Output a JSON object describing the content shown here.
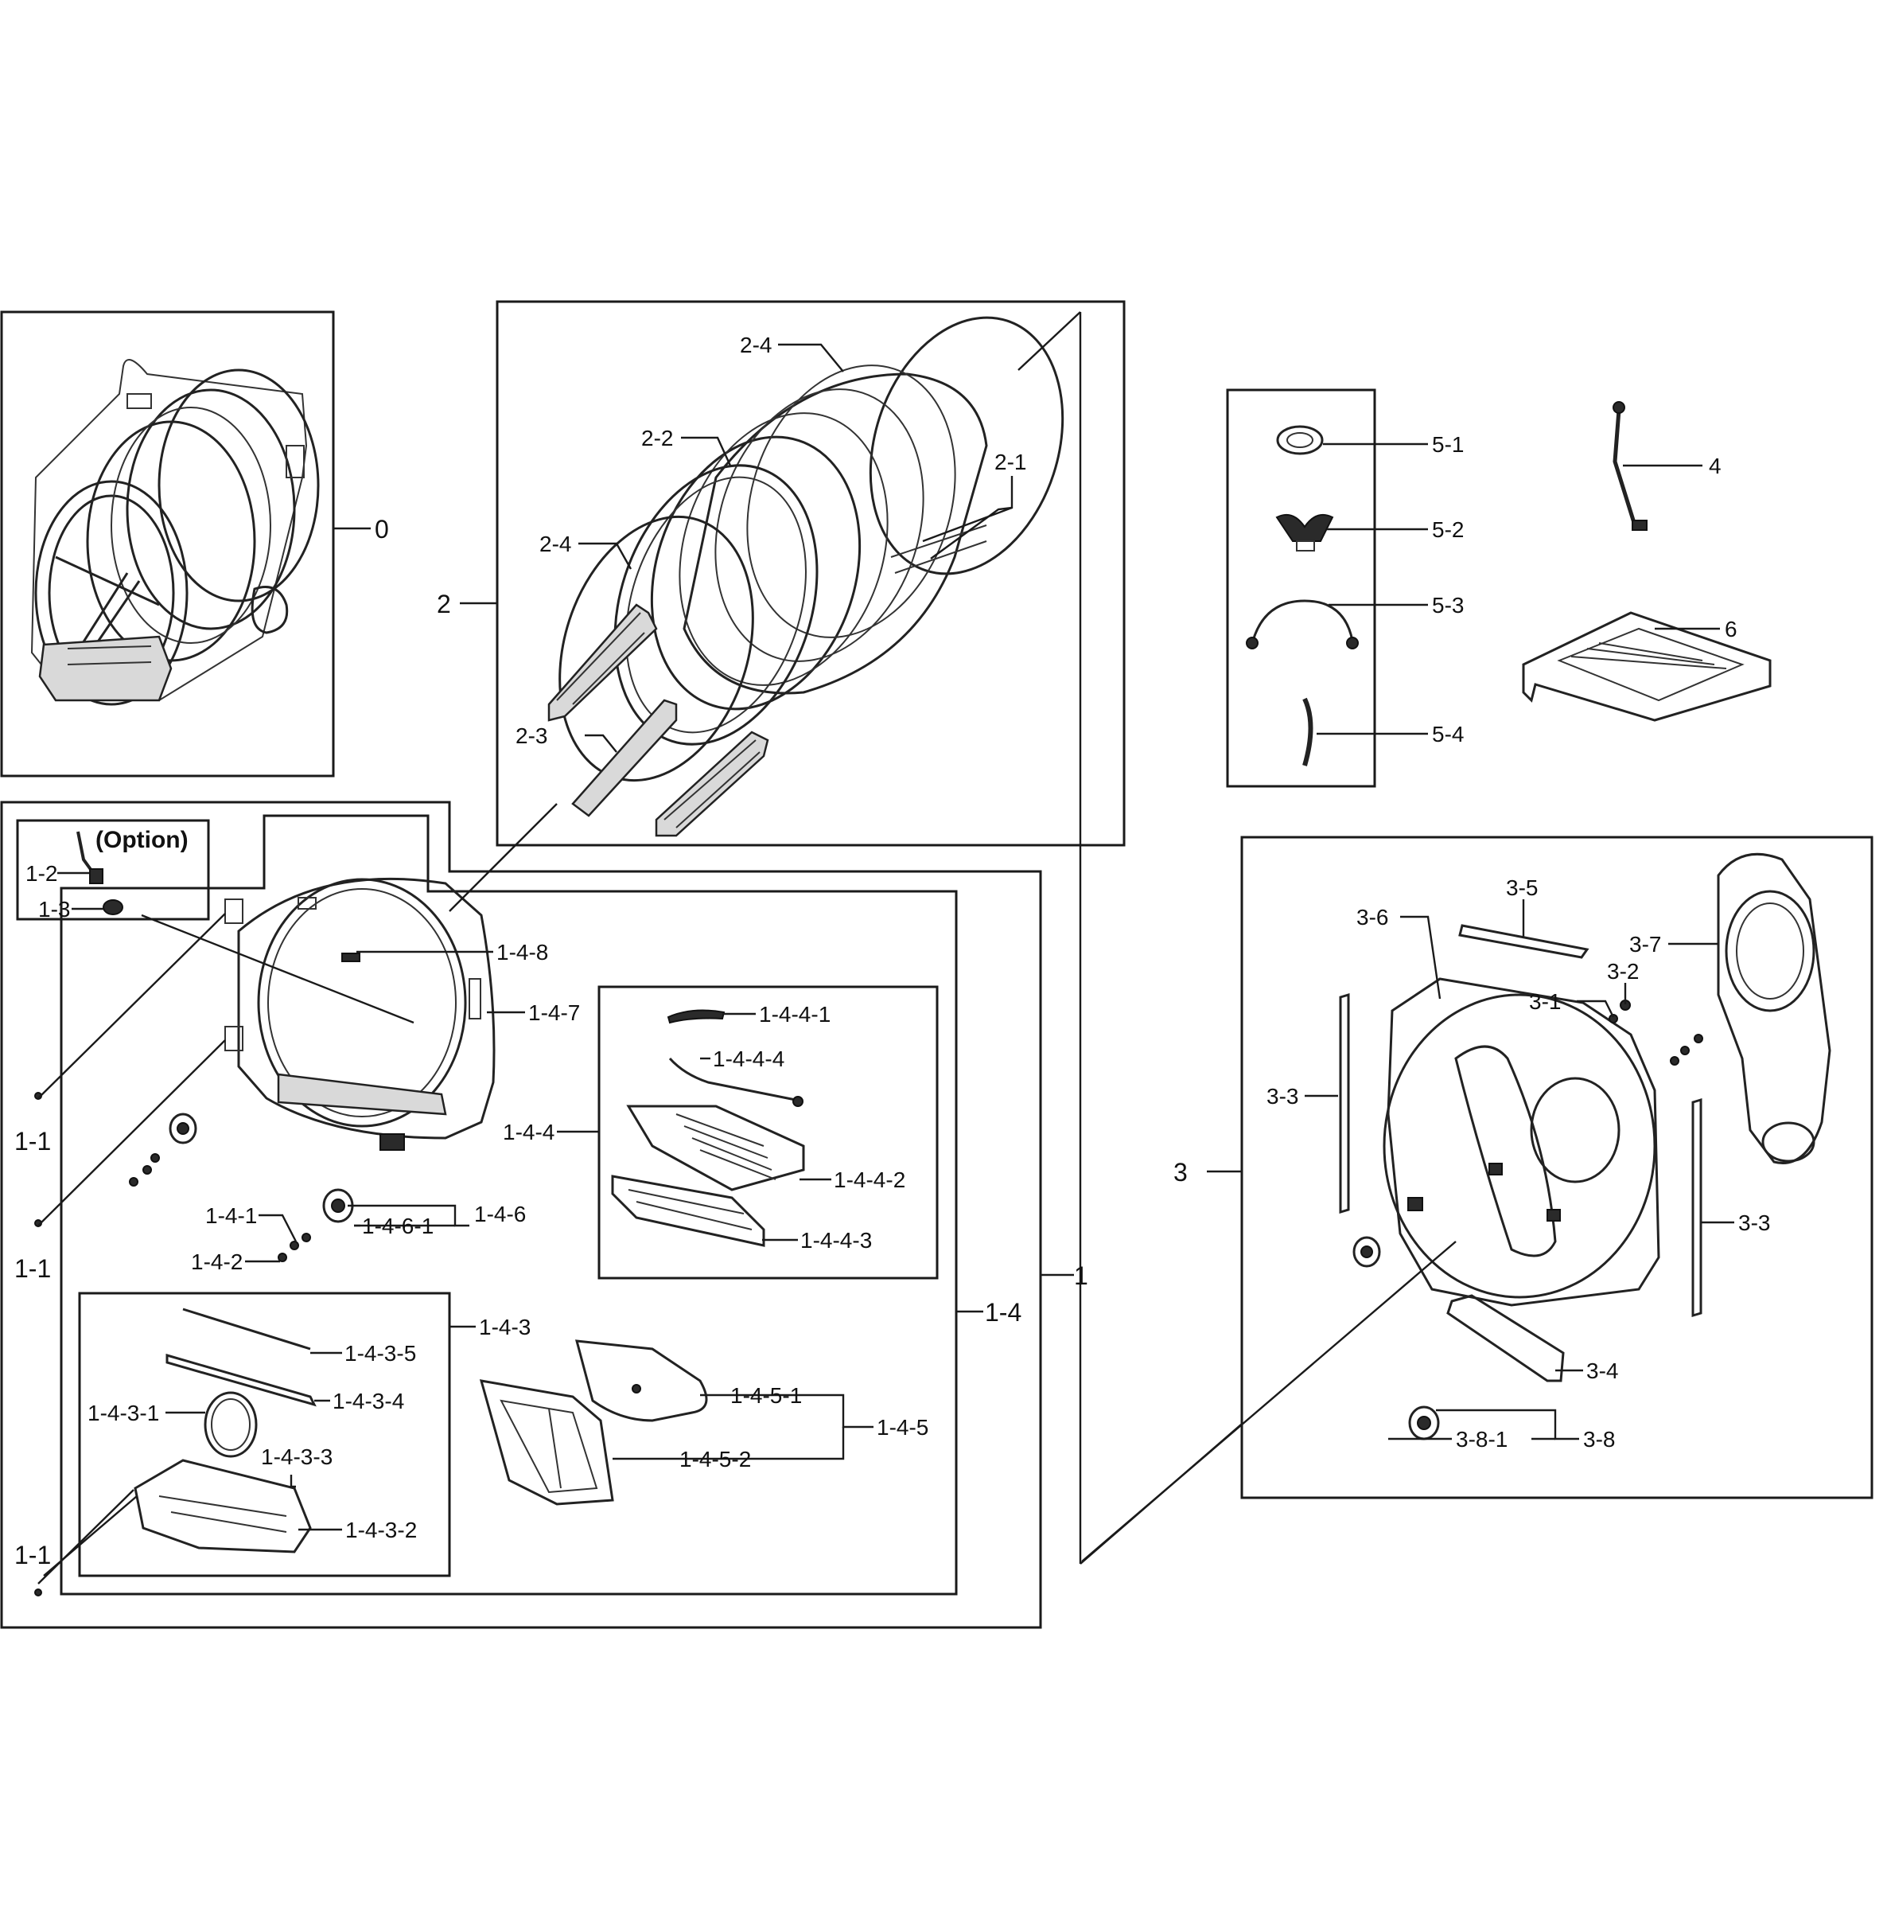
{
  "labels": {
    "p0": "0",
    "p1": "1",
    "p1_1": "1-1",
    "p1_2": "1-2",
    "p1_3": "1-3",
    "option": "(Option)",
    "p1_4": "1-4",
    "p1_4_1": "1-4-1",
    "p1_4_2": "1-4-2",
    "p1_4_3": "1-4-3",
    "p1_4_3_1": "1-4-3-1",
    "p1_4_3_2": "1-4-3-2",
    "p1_4_3_3": "1-4-3-3",
    "p1_4_3_4": "1-4-3-4",
    "p1_4_3_5": "1-4-3-5",
    "p1_4_4": "1-4-4",
    "p1_4_4_1": "1-4-4-1",
    "p1_4_4_2": "1-4-4-2",
    "p1_4_4_3": "1-4-4-3",
    "p1_4_4_4": "1-4-4-4",
    "p1_4_5": "1-4-5",
    "p1_4_5_1": "1-4-5-1",
    "p1_4_5_2": "1-4-5-2",
    "p1_4_6": "1-4-6",
    "p1_4_6_1": "1-4-6-1",
    "p1_4_7": "1-4-7",
    "p1_4_8": "1-4-8",
    "p2": "2",
    "p2_1": "2-1",
    "p2_2": "2-2",
    "p2_3": "2-3",
    "p2_4": "2-4",
    "p3": "3",
    "p3_1": "3-1",
    "p3_2": "3-2",
    "p3_3": "3-3",
    "p3_4": "3-4",
    "p3_5": "3-5",
    "p3_6": "3-6",
    "p3_7": "3-7",
    "p3_8": "3-8",
    "p3_8_1": "3-8-1",
    "p4": "4",
    "p5_1": "5-1",
    "p5_2": "5-2",
    "p5_3": "5-3",
    "p5_4": "5-4",
    "p6": "6"
  }
}
